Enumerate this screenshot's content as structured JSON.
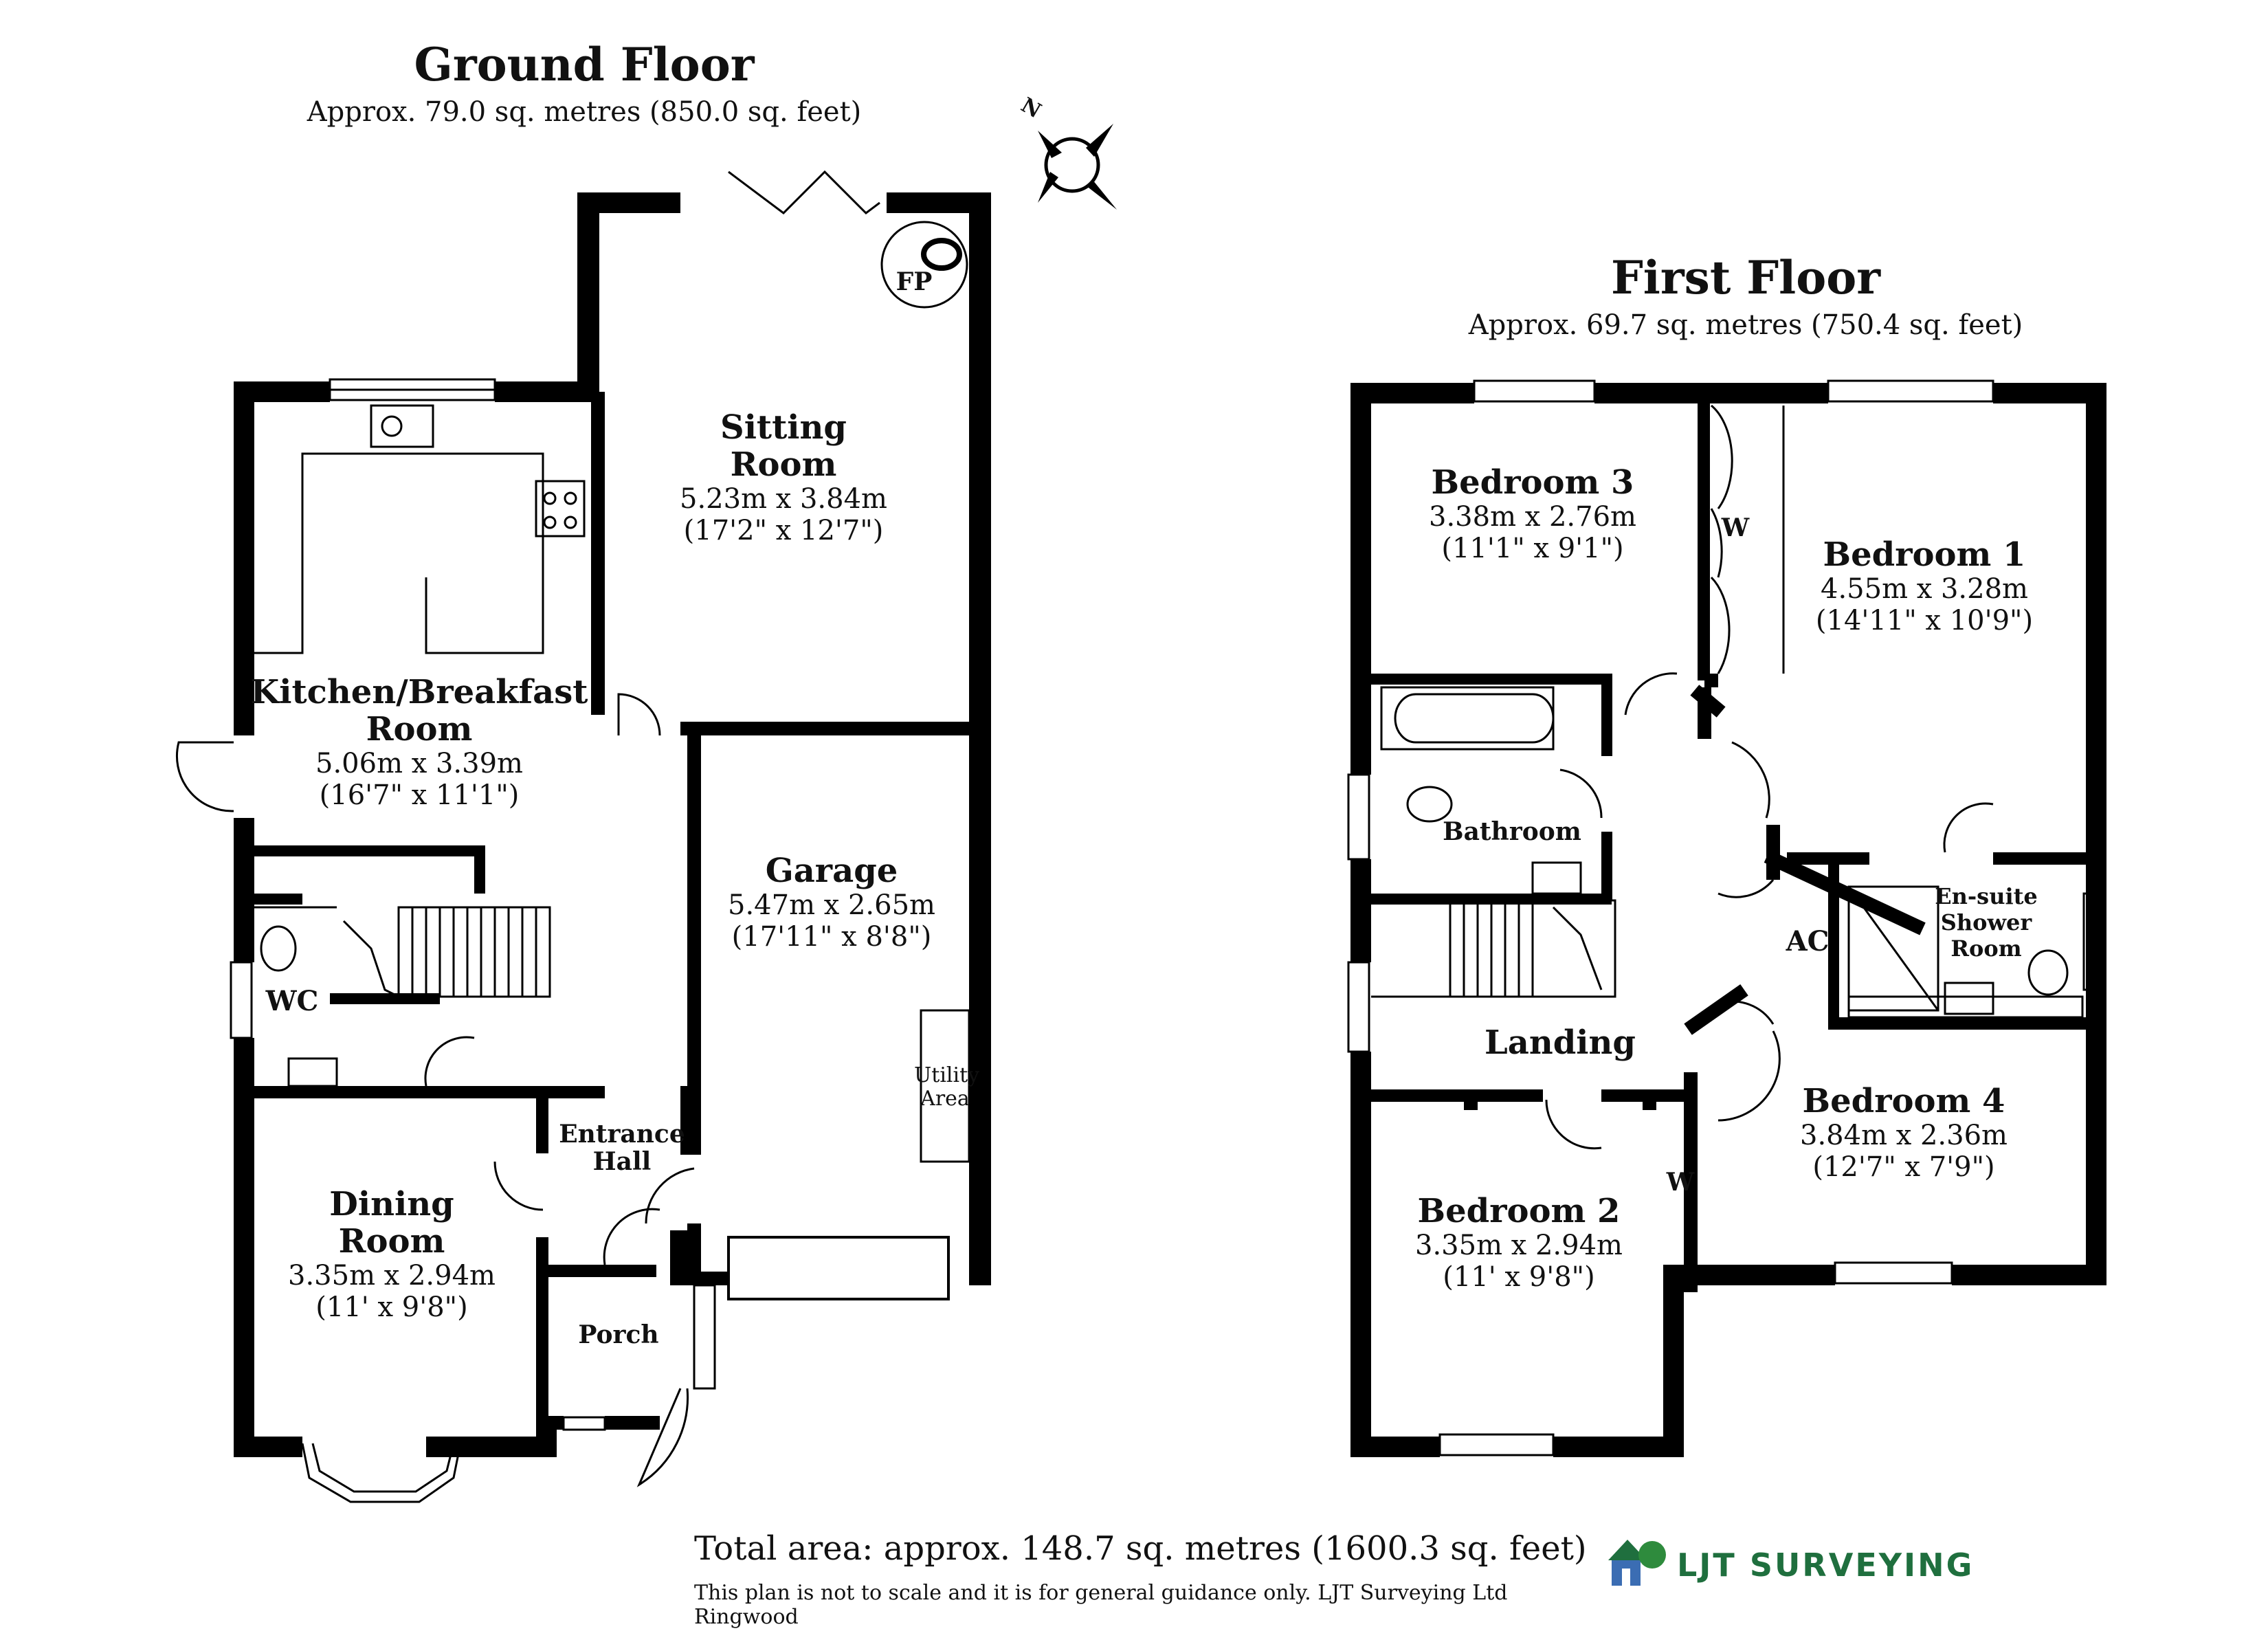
{
  "ground_floor": {
    "title": "Ground Floor",
    "area": "Approx. 79.0 sq. metres (850.0 sq. feet)",
    "rooms": {
      "sitting": {
        "name": "Sitting Room",
        "name_l1": "Sitting",
        "name_l2": "Room",
        "metric": "5.23m x 3.84m",
        "imperial": "(17'2\" x 12'7\")"
      },
      "kitchen": {
        "name_l1": "Kitchen/Breakfast",
        "name_l2": "Room",
        "metric": "5.06m x 3.39m",
        "imperial": "(16'7\" x 11'1\")"
      },
      "garage": {
        "name": "Garage",
        "metric": "5.47m x 2.65m",
        "imperial": "(17'11\" x 8'8\")"
      },
      "utility": {
        "name_l1": "Utility",
        "name_l2": "Area"
      },
      "wc": {
        "name": "WC"
      },
      "entrance": {
        "name_l1": "Entrance",
        "name_l2": "Hall"
      },
      "dining": {
        "name_l1": "Dining",
        "name_l2": "Room",
        "metric": "3.35m x 2.94m",
        "imperial": "(11' x 9'8\")"
      },
      "porch": {
        "name": "Porch"
      },
      "fireplace": {
        "name": "FP"
      }
    }
  },
  "first_floor": {
    "title": "First Floor",
    "area": "Approx. 69.7 sq. metres (750.4 sq. feet)",
    "rooms": {
      "bed3": {
        "name": "Bedroom 3",
        "metric": "3.38m x 2.76m",
        "imperial": "(11'1\" x 9'1\")"
      },
      "bed1": {
        "name": "Bedroom 1",
        "metric": "4.55m x 3.28m",
        "imperial": "(14'11\" x 10'9\")"
      },
      "wardrobe1": {
        "name": "W"
      },
      "bathroom": {
        "name": "Bathroom"
      },
      "ensuite": {
        "name_l1": "En-suite",
        "name_l2": "Shower",
        "name_l3": "Room"
      },
      "ac": {
        "name": "AC"
      },
      "landing": {
        "name": "Landing"
      },
      "bed4": {
        "name": "Bedroom 4",
        "metric": "3.84m x 2.36m",
        "imperial": "(12'7\" x 7'9\")"
      },
      "bed2": {
        "name": "Bedroom 2",
        "metric": "3.35m x 2.94m",
        "imperial": "(11' x 9'8\")"
      },
      "wardrobe2": {
        "name": "W"
      }
    }
  },
  "compass": {
    "label": "N"
  },
  "footer": {
    "total": "Total area: approx. 148.7 sq. metres (1600.3 sq. feet)",
    "disclaimer": "This plan is not to scale and it is for general guidance only. LJT Surveying Ltd Ringwood",
    "logo": "LJT SURVEYING"
  },
  "colors": {
    "wall": "#000000",
    "logo": "#1f6f3e",
    "logo_blue": "#3b6db3"
  }
}
